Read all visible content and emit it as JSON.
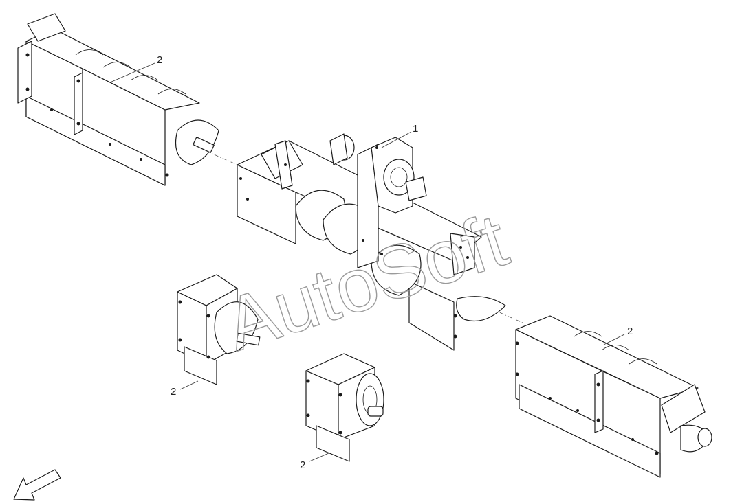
{
  "callouts": {
    "assembly_main": "1",
    "auger_top_left": "2",
    "auger_right": "2",
    "auger_small_left": "2",
    "auger_small_bottom": "2"
  },
  "watermark": "AutoSoft",
  "colors": {
    "line": "#1a1a1a",
    "background": "#ffffff",
    "watermark": "#9a9a9a"
  },
  "icons": {
    "orientation": "direction-arrow-icon"
  }
}
